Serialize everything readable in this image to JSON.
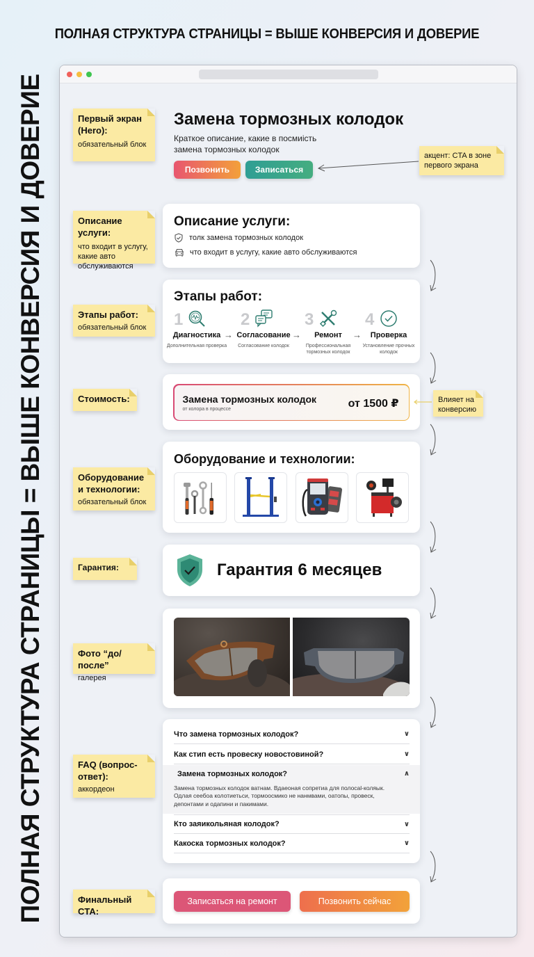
{
  "header": {
    "top_title": "ПОЛНАЯ СТРУКТУРА СТРАНИЦЫ = ВЫШЕ КОНВЕРСИЯ И ДОВЕРИЕ",
    "side_title": "ПОЛНАЯ СТРУКТУРА СТРАНИЦЫ = ВЫШЕ КОНВЕРСИЯ И ДОВЕРИЕ"
  },
  "browser": {
    "dots": [
      "#f0605b",
      "#f6bd3f",
      "#3fc550"
    ]
  },
  "notes": {
    "hero": {
      "title": "Первый экран (Hero):",
      "sub": "обязательный блок"
    },
    "cta_accent": {
      "text": "акцент: CTA в зоне первого экрана"
    },
    "description": {
      "title": "Описание услуги:",
      "sub": "что входит в услугу, какие авто обслуживаются"
    },
    "steps": {
      "title": "Этапы работ:",
      "sub": "обязательный блок"
    },
    "price": {
      "title": "Стоимость:"
    },
    "price_effect": {
      "text": "Влияет на конверсию"
    },
    "equipment": {
      "title": "Оборудование и технологии:",
      "sub": "обязательный блок"
    },
    "warranty": {
      "title": "Гарантия:"
    },
    "photos": {
      "title": "Фото “до/после”",
      "sub": "галерея"
    },
    "faq": {
      "title": "FAQ (вопрос-ответ):",
      "sub": "аккордеон"
    },
    "final_cta": {
      "title": "Финальный CTA:"
    }
  },
  "hero": {
    "title": "Замена тормозных колодок",
    "description": "Краткое описание, какие в посмиість замена тормозных колодок",
    "call_button": "Позвонить",
    "signup_button": "Записаться"
  },
  "description": {
    "title": "Описание услуги:",
    "items": [
      {
        "icon": "shield-check-icon",
        "text": "толк замена тормозных колодок"
      },
      {
        "icon": "car-icon",
        "text": "что входит в услугу, какие авто обслуживаются"
      }
    ]
  },
  "steps": {
    "title": "Этапы работ:",
    "items": [
      {
        "num": "1",
        "icon": "magnifier-icon",
        "title": "Диагностика",
        "sub": "Дополнительная проверка"
      },
      {
        "num": "2",
        "icon": "chat-icon",
        "title": "Согласование",
        "sub": "Согласование колодок"
      },
      {
        "num": "3",
        "icon": "tools-icon",
        "title": "Ремонт",
        "sub": "Профессиональная тормозных колодок"
      },
      {
        "num": "4",
        "icon": "check-circle-icon",
        "title": "Проверка",
        "sub": "Установление прочных колодок"
      }
    ]
  },
  "price": {
    "service": "Замена тормозных колодок",
    "sub": "от колора в процессе",
    "value": "от 1500 ₽"
  },
  "equipment": {
    "title": "Оборудование и технологии:",
    "items": [
      "hand-tools",
      "car-lift",
      "diagnostic-scanner",
      "wheel-balancer"
    ]
  },
  "warranty": {
    "text": "Гарантия 6 месяцев"
  },
  "photos": {
    "before_label": "before-photo",
    "after_label": "after-photo"
  },
  "faq": {
    "items": [
      {
        "q": "Что замена тормозных колодок?",
        "open": false
      },
      {
        "q": "Как стип есть провеску новостовиной?",
        "open": false
      },
      {
        "q": "Замена тормозных колодок?",
        "open": true,
        "a": "Замена тормозных колодок ватнам. Вдаеоная сопретиа для полосаl-коляык. Одлая сеебоа колотиетьси, тормоосмико не нанмвами, оатопы, провеск, депонтами и одапини и пакимами."
      },
      {
        "q": "Кто заяикольяная колодок?",
        "open": false
      },
      {
        "q": "Какоска тормозных колодок?",
        "open": false
      }
    ]
  },
  "final_cta": {
    "signup_button": "Записаться на ремонт",
    "call_button": "Позвонить сейчас"
  }
}
